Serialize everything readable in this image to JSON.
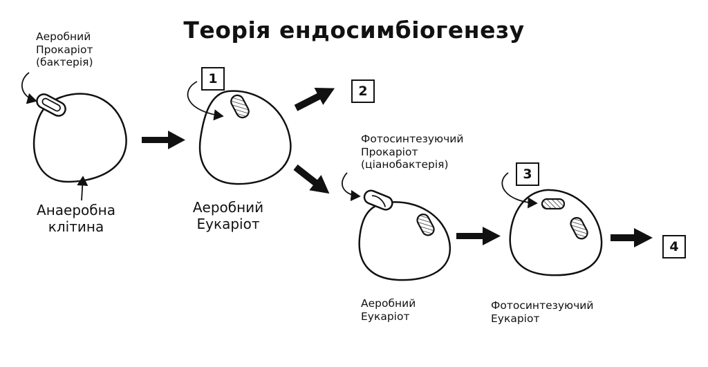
{
  "title": "Теорія ендосимбіогенезу",
  "labels": {
    "aerobic_prokaryote": "Аеробний\nПрокаріот\n(бактерія)",
    "anaerobic_cell": "Анаеробна\nклітина",
    "aerobic_eukaryote_1": "Аеробний\nЕукаріот",
    "photosynthetic_prokaryote": "Фотосинтезуючий\nПрокаріот\n(ціанобактерія)",
    "aerobic_eukaryote_2": "Аеробний\nЕукаріот",
    "photosynthetic_eukaryote": "Фотосинтезуючий\nЕукаріот"
  },
  "steps": [
    "1",
    "2",
    "3",
    "4"
  ]
}
